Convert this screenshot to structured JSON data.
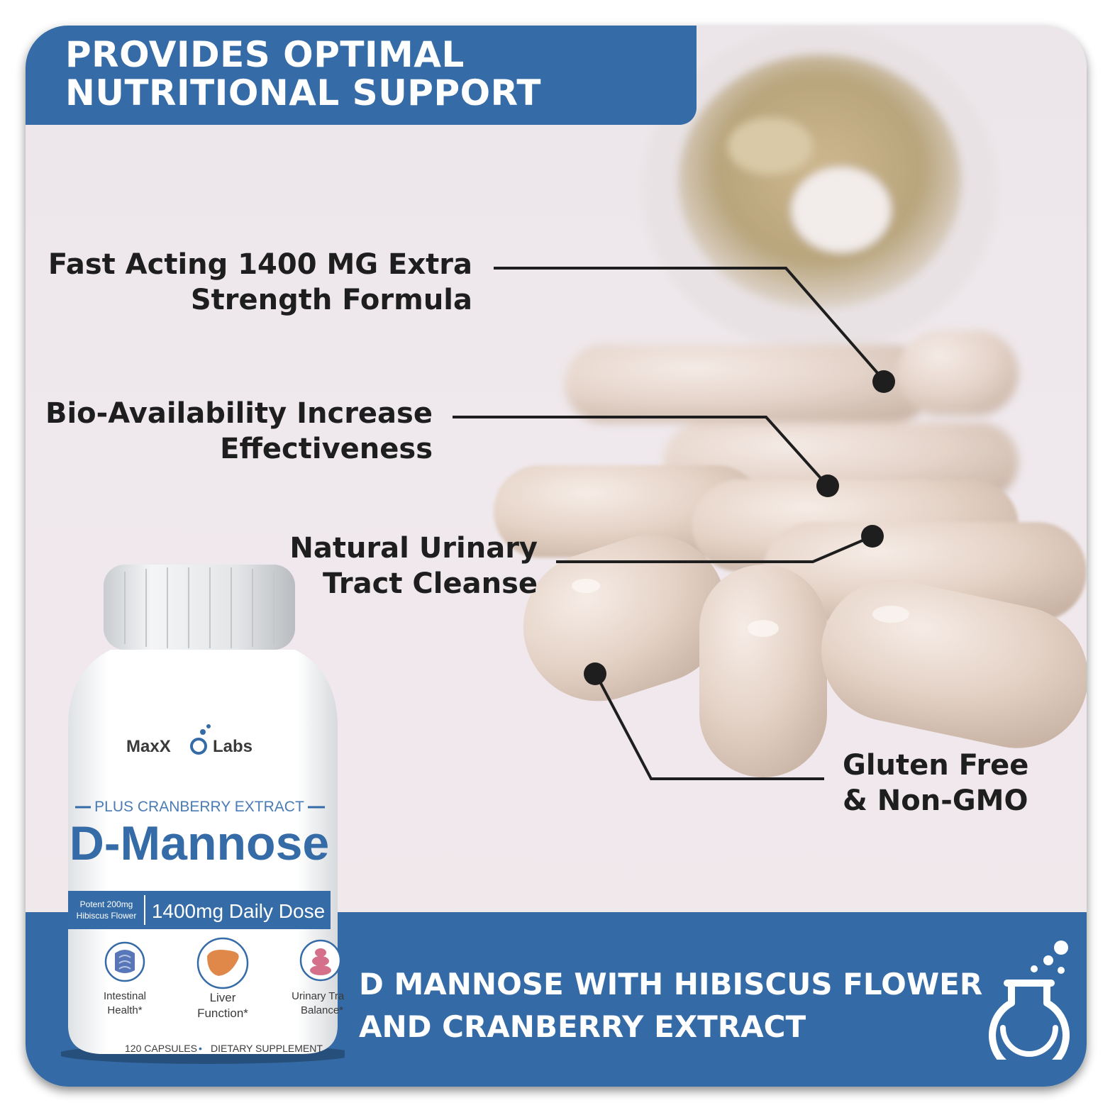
{
  "header": {
    "line1": "PROVIDES OPTIMAL",
    "line2": "NUTRITIONAL SUPPORT"
  },
  "callouts": [
    {
      "line1": "Fast Acting 1400 MG Extra",
      "line2": "Strength Formula"
    },
    {
      "line1": "Bio-Availability Increase",
      "line2": "Effectiveness"
    },
    {
      "line1": "Natural Urinary",
      "line2": "Tract Cleanse"
    },
    {
      "line1": "Gluten Free",
      "line2": "& Non-GMO"
    }
  ],
  "footer": {
    "line1": "D MANNOSE WITH HIBISCUS FLOWER",
    "line2": "AND CRANBERRY EXTRACT",
    "icon": "flask-icon"
  },
  "bottle": {
    "brand_left": "MaxX",
    "brand_right": "Labs",
    "subtitle": "PLUS CRANBERRY EXTRACT",
    "product": "D-Mannose",
    "band_small_1": "Potent 200mg",
    "band_small_2": "Hibiscus Flower",
    "band_big": "1400mg Daily Dose",
    "benefits": [
      {
        "line1": "Intestinal",
        "line2": "Health*",
        "icon": "intestine-icon"
      },
      {
        "line1": "Liver",
        "line2": "Function*",
        "icon": "liver-icon"
      },
      {
        "line1": "Urinary Tract",
        "line2": "Balance*",
        "icon": "stones-icon"
      }
    ],
    "footer_left": "120 CAPSULES",
    "footer_sep": "•",
    "footer_right": "DIETARY SUPPLEMENT"
  },
  "colors": {
    "brand_blue": "#356ba6",
    "text_dark": "#1e1e1e",
    "capsule": "#e8d8cc"
  }
}
